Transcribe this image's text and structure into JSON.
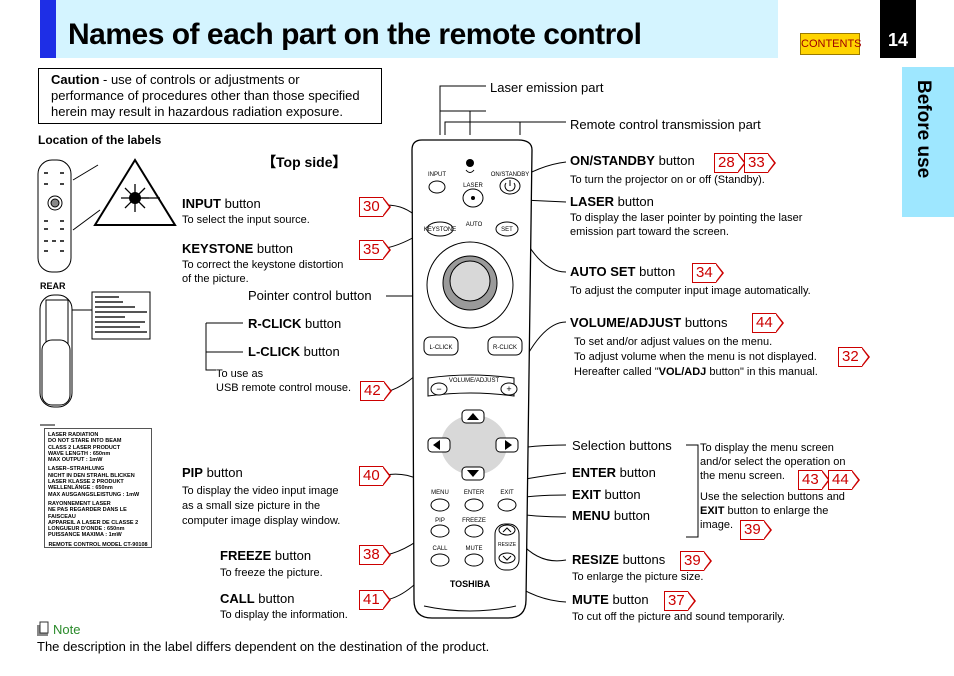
{
  "header": {
    "title": "Names of each part on the remote control",
    "contents_label": "CONTENTS",
    "page_number": "14",
    "side_tab": "Before use"
  },
  "caution": {
    "label": "Caution",
    "text": " - use of controls or adjustments or performance of procedures other than those specified herein may result in hazardous radiation exposure."
  },
  "location_label": "Location of the labels",
  "rear_label": "REAR",
  "top_side": "【Top side】",
  "parts": {
    "laser_emission": "Laser emission part",
    "remote_transmission": "Remote control transmission part",
    "pointer_control": "Pointer control button",
    "usb_note_1": "To use as",
    "usb_note_2": "USB remote control mouse.",
    "selection": "Selection buttons"
  },
  "items": {
    "input": {
      "name": "INPUT",
      "suffix": " button",
      "desc": "To select the input source.",
      "ref": "30"
    },
    "keystone": {
      "name": "KEYSTONE",
      "suffix": " button",
      "desc1": "To correct the keystone distortion",
      "desc2": "of the picture.",
      "ref": "35"
    },
    "rclick": {
      "name": "R-CLICK",
      "suffix": " button"
    },
    "lclick": {
      "name": "L-CLICK",
      "suffix": " button",
      "ref": "42"
    },
    "pip": {
      "name": "PIP",
      "suffix": " button",
      "desc1": "To display the video input image",
      "desc2": "as a small size picture in the",
      "desc3": "computer image display window.",
      "ref": "40"
    },
    "freeze": {
      "name": "FREEZE",
      "suffix": " button",
      "desc": "To freeze the picture.",
      "ref": "38"
    },
    "call": {
      "name": "CALL",
      "suffix": " button",
      "desc": "To display the information.",
      "ref": "41"
    },
    "onstandby": {
      "name": "ON/STANDBY",
      "suffix": " button",
      "desc": "To turn the projector on or off (Standby).",
      "ref1": "28",
      "ref2": "33"
    },
    "laser": {
      "name": "LASER",
      "suffix": " button",
      "desc1": "To display the laser pointer by pointing the laser",
      "desc2": "emission part toward the screen."
    },
    "autoset": {
      "name": "AUTO SET",
      "suffix": " button",
      "desc": "To adjust the computer input image automatically.",
      "ref": "34"
    },
    "volume": {
      "name": "VOLUME/ADJUST",
      "suffix": " buttons",
      "desc1": "To set and/or adjust values on the menu.",
      "desc2": "To adjust volume when the menu is not displayed.",
      "desc3a": "Hereafter called \"",
      "desc3b": "VOL/ADJ",
      "desc3c": " button\" in this manual.",
      "ref1": "44",
      "ref2": "32"
    },
    "enter": {
      "name": "ENTER",
      "suffix": " button"
    },
    "exit": {
      "name": "EXIT",
      "suffix": " button"
    },
    "menu": {
      "name": "MENU",
      "suffix": " button"
    },
    "selection_desc1": "To display the menu screen",
    "selection_desc2": "and/or select the operation on",
    "selection_desc3": "the menu screen.",
    "selection_refs": [
      "43",
      "44"
    ],
    "selection_desc4": "Use the selection buttons and",
    "selection_desc5a": "EXIT",
    "selection_desc5b": " button to enlarge the",
    "selection_desc6": "image.",
    "selection_ref3": "39",
    "resize": {
      "name": "RESIZE",
      "suffix": " buttons",
      "desc": "To enlarge the picture size.",
      "ref": "39"
    },
    "mute": {
      "name": "MUTE",
      "suffix": " button",
      "desc": "To cut off the picture and sound temporarily.",
      "ref": "37"
    }
  },
  "remote_labels": {
    "input": "INPUT",
    "onstandby": "ON/STANDBY",
    "laser": "LASER",
    "keystone": "KEYSTONE",
    "auto": "AUTO",
    "set": "SET",
    "lclick": "L-CLICK",
    "rclick": "R-CLICK",
    "volume": "VOLUME/ADJUST",
    "minus": "−",
    "plus": "+",
    "menu": "MENU",
    "enter": "ENTER",
    "exit": "EXIT",
    "pip": "PIP",
    "freeze": "FREEZE",
    "call": "CALL",
    "mute": "MUTE",
    "resize": "RESIZE",
    "brand": "TOSHIBA"
  },
  "warning_label": [
    "LASER RADIATION",
    "DO NOT STARE INTO BEAM",
    "CLASS 2 LASER PRODUCT",
    "WAVE LENGTH : 650nm",
    "MAX OUTPUT : 1mW",
    "",
    "LASER–STRAHLUNG",
    "NICHT IN DEN STRAHL BLICKEN",
    "LASER KLASSE 2 PRODUKT",
    "WELLENLÄNGE : 650nm",
    "MAX AUSGANGSLEISTUNG : 1mW",
    "",
    "RAYONNEMENT LASER",
    "NE PAS REGARDER DANS LE",
    "FAISCEAU",
    "APPAREIL A LASER DE CLASSE 2",
    "LONGUEUR D'ONDE : 650nm",
    "PUISSANCE MAXIMA : 1mW",
    "",
    "REMOTE CONTROL   MODEL CT-90108"
  ],
  "note": {
    "heading": "Note",
    "text": "The description in the label differs dependent on the destination of the product."
  },
  "colors": {
    "header_band": "#d4f4ff",
    "accent_blue": "#1e2ee6",
    "side_tab": "#9ee7ff",
    "ref_red": "#cc0000",
    "note_green": "#2a8a2a"
  }
}
